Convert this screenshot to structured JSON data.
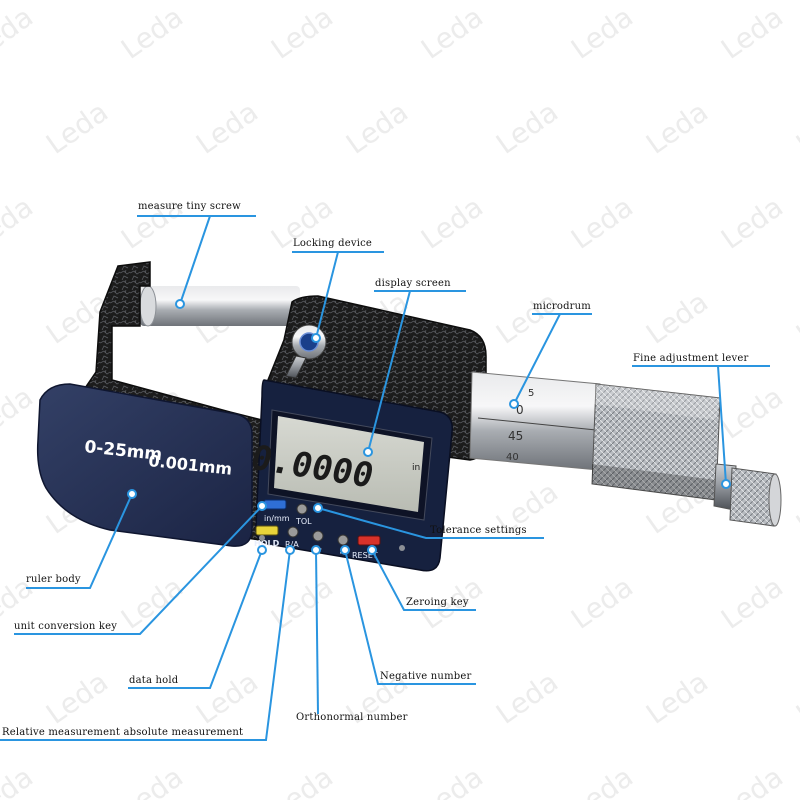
{
  "watermark": "Leda",
  "device": {
    "range": "0-25mm",
    "resolution": "0.001mm",
    "display_value": "0.0000",
    "display_unit": "in",
    "drum_ticks": [
      "5",
      "0",
      "45",
      "40"
    ],
    "buttons": [
      {
        "id": "inmm",
        "label": "in/mm",
        "color": "#2f6fd6"
      },
      {
        "id": "tol",
        "label": "TOL",
        "color": "#9a9a9a"
      },
      {
        "id": "hold",
        "label": "HOLD",
        "color": "#e8d43a"
      },
      {
        "id": "ra",
        "label": "R/A",
        "color": "#9a9a9a"
      },
      {
        "id": "plus",
        "label": "+",
        "color": "#9a9a9a"
      },
      {
        "id": "minus",
        "label": "−",
        "color": "#9a9a9a"
      },
      {
        "id": "reset",
        "label": "RESET",
        "color": "#d8322a"
      }
    ]
  },
  "callouts": {
    "measure_tiny_screw": "measure tiny screw",
    "locking_device": "Locking device",
    "display_screen": "display screen",
    "microdrum": "microdrum",
    "fine_adjustment_lever": "Fine adjustment lever",
    "tolerance_settings": "Tolerance settings",
    "ruler_body": "ruler body",
    "zeroing_key": "Zeroing key",
    "unit_conversion_key": "unit conversion key",
    "data_hold": "data hold",
    "negative_number": "Negative number",
    "orthonormal_number": "Orthonormal number",
    "relative_absolute": "Relative measurement absolute measurement"
  },
  "colors": {
    "callout_line": "#2a95e0",
    "body_dark": "#1f2b4d",
    "body_black": "#1a1a1a",
    "lcd": "#c9ccc4",
    "chrome": "#c9ccd0"
  }
}
